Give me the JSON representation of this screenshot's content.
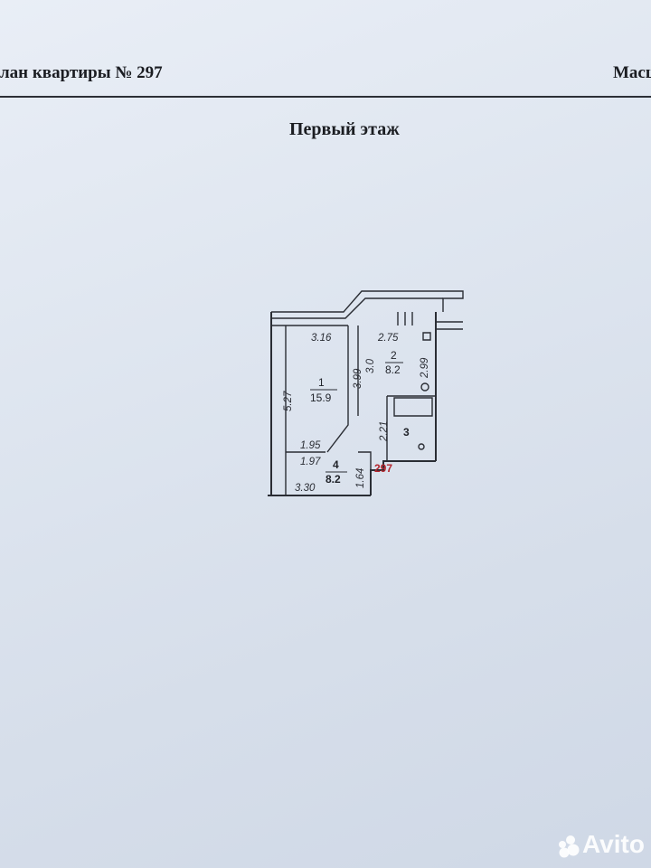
{
  "header": {
    "left_title": "лан квартиры № 297",
    "right_title": "Масш"
  },
  "floor_title": "Первый этаж",
  "plan": {
    "apartment_number": "297",
    "rooms": [
      {
        "number": "1",
        "area": "15.9"
      },
      {
        "number": "2",
        "area": "8.2"
      },
      {
        "number": "3",
        "area": ""
      },
      {
        "number": "4",
        "area": "8.2"
      }
    ],
    "dimensions": {
      "room1_width": "3.16",
      "room1_length": "5.27",
      "room1_inner": "3.99",
      "room2_width": "2.75",
      "room2_left": "3.0",
      "room2_right": "2.99",
      "bath_height": "2.21",
      "hall_top": "1.95",
      "hall_mid": "1.97",
      "hall_side": "1.64",
      "hall_bottom": "3.30"
    }
  },
  "watermark": "Avito"
}
